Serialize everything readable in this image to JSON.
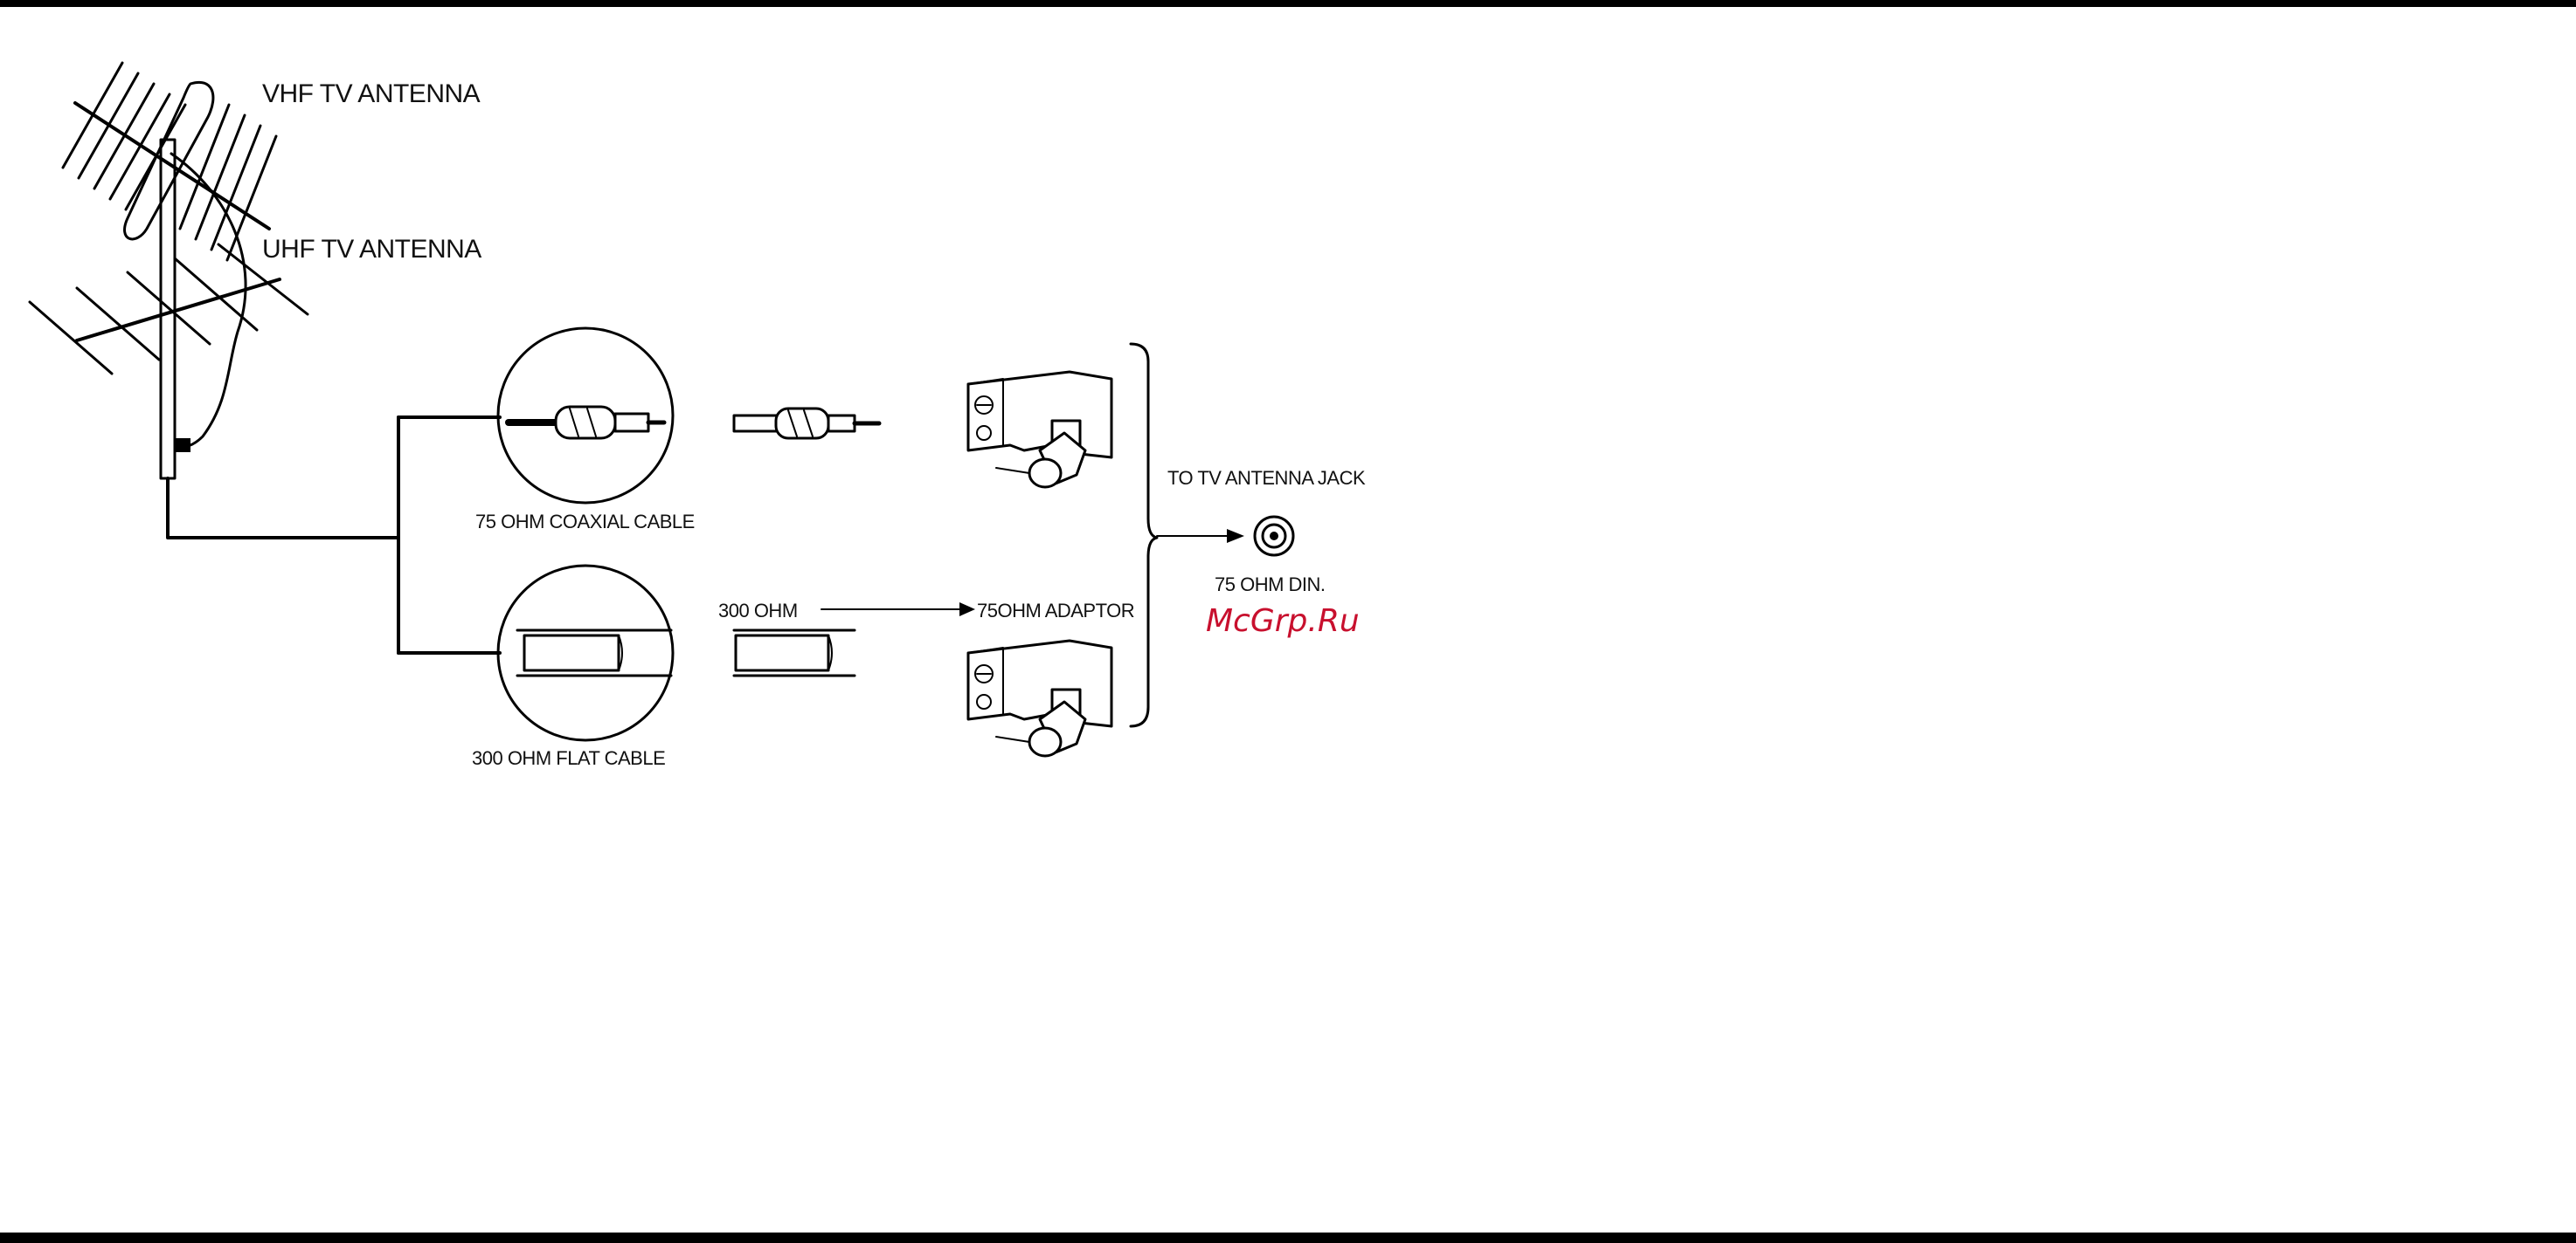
{
  "labels": {
    "vhf_antenna": "VHF TV ANTENNA",
    "uhf_antenna": "UHF TV ANTENNA",
    "coax_cable": "75 OHM COAXIAL CABLE",
    "flat_cable": "300 OHM FLAT CABLE",
    "ohm_300": "300 OHM",
    "adaptor": "75OHM ADAPTOR",
    "to_jack": "TO TV ANTENNA JACK",
    "din": "75 OHM DIN."
  },
  "watermark": "McGrp.Ru",
  "colors": {
    "line": "#000000",
    "watermark": "#c8102e",
    "background": "#ffffff"
  }
}
